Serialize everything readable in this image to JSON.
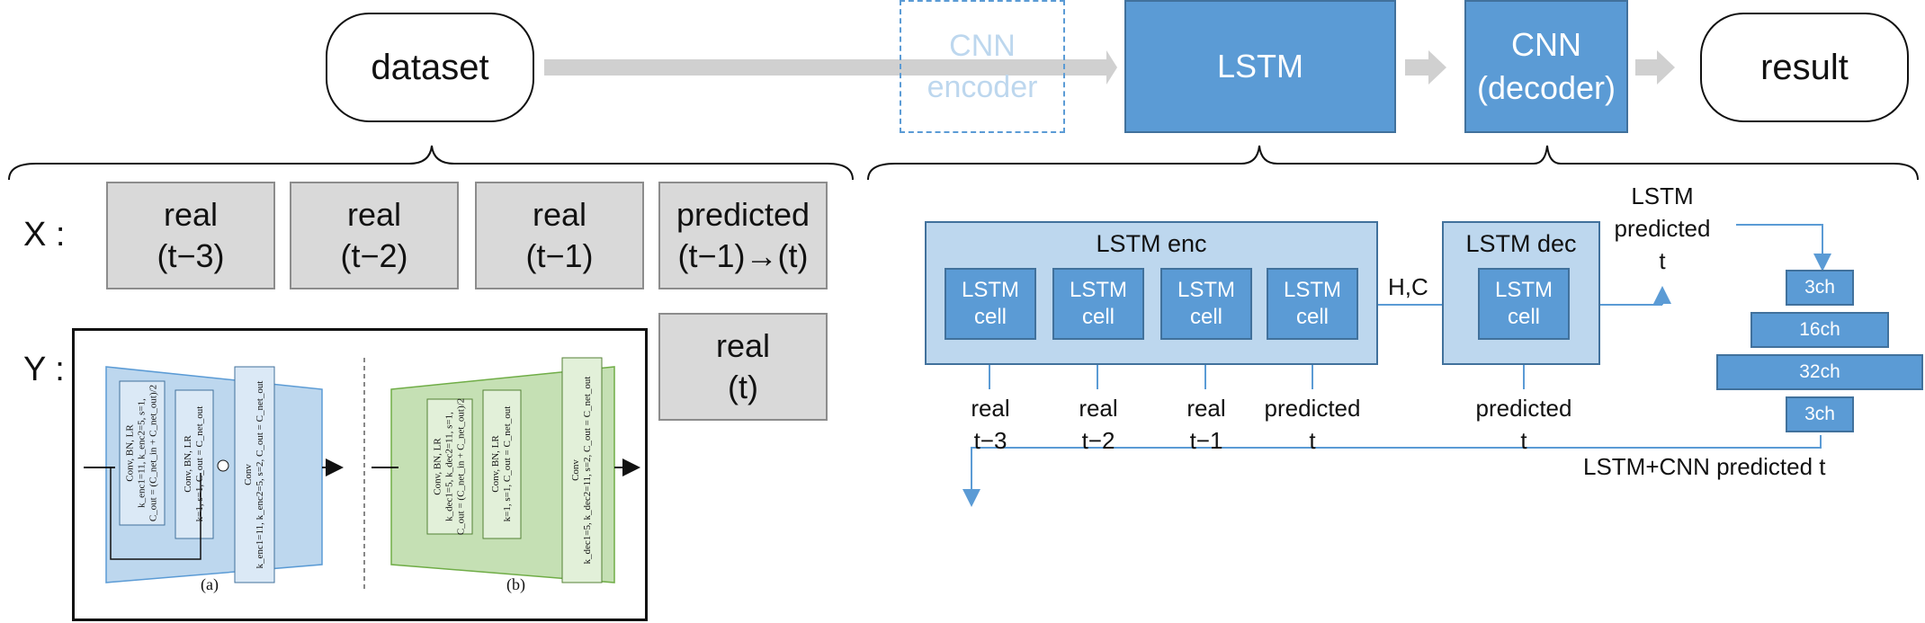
{
  "pipeline": {
    "dataset": "dataset",
    "cnn_encoder": [
      "CNN",
      "encoder"
    ],
    "lstm": "LSTM",
    "cnn_decoder": [
      "CNN",
      "(decoder)"
    ],
    "result": "result"
  },
  "inputs": {
    "x_label": "X :",
    "y_label": "Y :",
    "x_items": [
      [
        "real",
        "(t−3)"
      ],
      [
        "real",
        "(t−2)"
      ],
      [
        "real",
        "(t−1)"
      ],
      [
        "predicted",
        "(t−1)→(t)"
      ]
    ],
    "y_item": [
      "real",
      "(t)"
    ]
  },
  "lstm_detail": {
    "enc_title": "LSTM enc",
    "dec_title": "LSTM dec",
    "cell_label": [
      "LSTM",
      "cell"
    ],
    "hc_label": "H,C",
    "enc_inputs": [
      [
        "real",
        "t−3"
      ],
      [
        "real",
        "t−2"
      ],
      [
        "real",
        "t−1"
      ],
      [
        "predicted",
        "t"
      ]
    ],
    "dec_input": [
      "predicted",
      "t"
    ],
    "lstm_output": [
      "LSTM",
      "predicted",
      "t"
    ],
    "final_output": "LSTM+CNN predicted t",
    "channels": [
      "3ch",
      "16ch",
      "32ch",
      "3ch"
    ]
  },
  "figure": {
    "caption_a": "(a)",
    "caption_b": "(b)",
    "a_block1": [
      "Conv, BN, LR",
      "k_enc1=11, k_enc2=5, s=1,",
      "C_out = (C_net_in + C_net_out)/2"
    ],
    "a_block2": [
      "Conv, BN, LR",
      "k=1, s=1, C_out = C_net_out"
    ],
    "a_block3": [
      "Conv",
      "k_enc1=11, k_enc2=5, s=2, C_out = C_net_out"
    ],
    "b_block1": [
      "Conv, BN, LR",
      "k_dec1=5, k_dec2=11, s=1,",
      "C_out = (C_net_in + C_net_out)/2"
    ],
    "b_block2": [
      "Conv, BN, LR",
      "k=1, s=1, C_out = C_net_out"
    ],
    "b_block3": [
      "Conv",
      "k_dec1=5, k_dec2=11, s=2, C_out = C_net_out"
    ]
  },
  "colors": {
    "blue": "#5b9bd5",
    "light_blue": "#bdd7ee",
    "gray": "#d9d9d9",
    "arrow_gray": "#d0d0d0",
    "green": "#a9d18e"
  }
}
